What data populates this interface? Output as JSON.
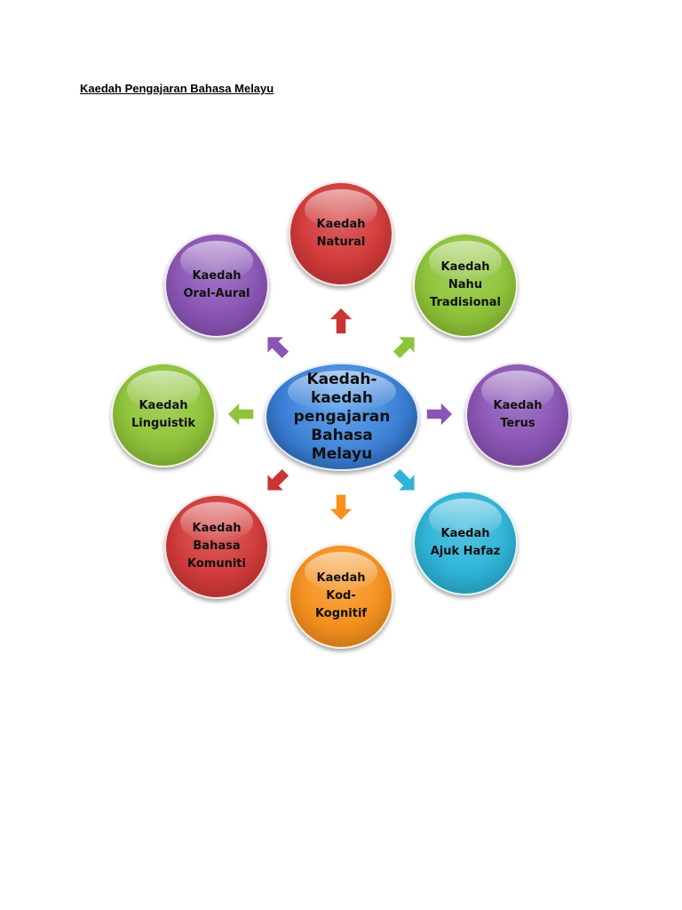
{
  "page": {
    "title": "Kaedah Pengajaran Bahasa Melayu"
  },
  "diagram": {
    "center": {
      "label": "Kaedah-\nkaedah\npengajaran\nBahasa\nMelayu",
      "color": "#3a7fd5"
    },
    "nodes": [
      {
        "id": "natural",
        "label": "Kaedah\nNatural",
        "color": "#d23a3a",
        "arrow_color": "#cc3333"
      },
      {
        "id": "nahu-tradisional",
        "label": "Kaedah\nNahu\nTradisional",
        "color": "#8fc43a",
        "arrow_color": "#8fc43a"
      },
      {
        "id": "terus",
        "label": "Kaedah\nTerus",
        "color": "#8a55b5",
        "arrow_color": "#8a55b5"
      },
      {
        "id": "ajuk-hafaz",
        "label": "Kaedah\nAjuk Hafaz",
        "color": "#2eb4d8",
        "arrow_color": "#2eb4d8"
      },
      {
        "id": "kod-kognitif",
        "label": "Kaedah\nKod-\nKognitif",
        "color": "#f5911e",
        "arrow_color": "#f5911e"
      },
      {
        "id": "bahasa-komuniti",
        "label": "Kaedah\nBahasa\nKomuniti",
        "color": "#d23a3a",
        "arrow_color": "#cc3333"
      },
      {
        "id": "linguistik",
        "label": "Kaedah\nLinguistik",
        "color": "#8fc43a",
        "arrow_color": "#8fc43a"
      },
      {
        "id": "oral-aural",
        "label": "Kaedah\nOral-Aural",
        "color": "#8a55b5",
        "arrow_color": "#8a55b5"
      }
    ]
  }
}
